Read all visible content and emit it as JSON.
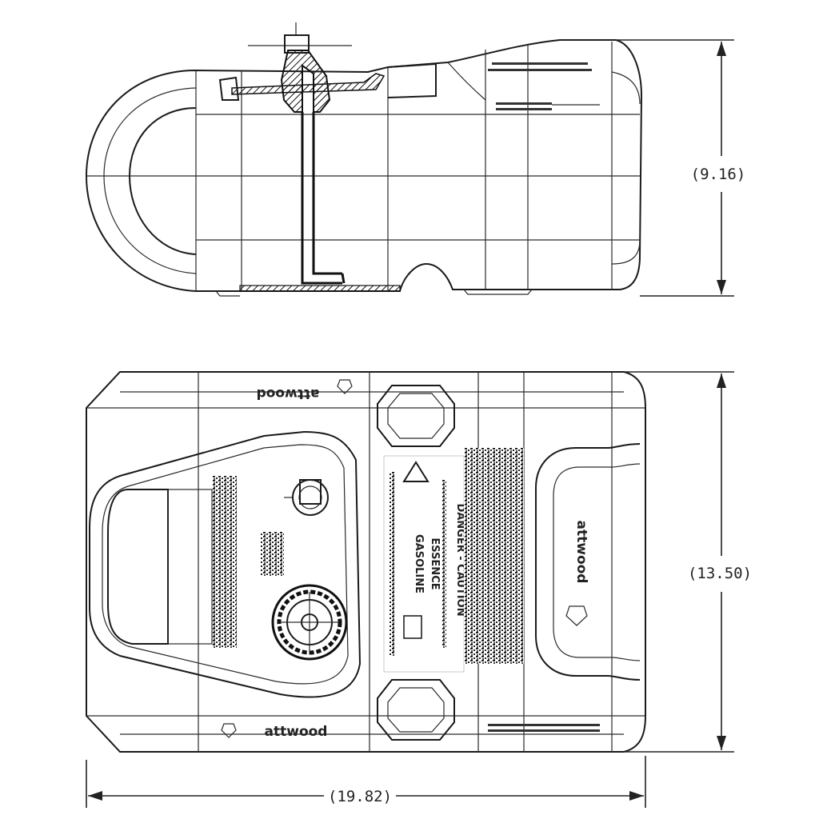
{
  "drawing": {
    "side_view": {
      "height_dimension": "(9.16)"
    },
    "top_view": {
      "width_dimension": "(13.50)",
      "length_dimension": "(19.82)",
      "brand_marks": [
        "attwood",
        "attwood",
        "attwood"
      ],
      "label_lines": [
        "GASOLINE",
        "ESSENCE",
        "DANGER - CAUTION"
      ]
    }
  },
  "colors": {
    "line": "#1a1a1a",
    "background": "#ffffff"
  }
}
